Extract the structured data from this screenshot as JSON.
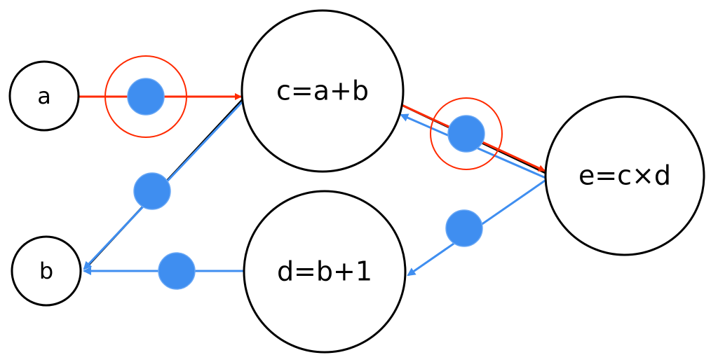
{
  "nodes": {
    "a": {
      "label": "a"
    },
    "b": {
      "label": "b"
    },
    "c": {
      "label": "c=a+b"
    },
    "d": {
      "label": "d=b+1"
    },
    "e": {
      "label": "e=c×d"
    }
  },
  "colors": {
    "forward": "#ff2a00",
    "backward": "#3f8ef0",
    "edge": "#000000",
    "dot": "#3f8ef0",
    "highlight_ring": "#ff2a00"
  }
}
